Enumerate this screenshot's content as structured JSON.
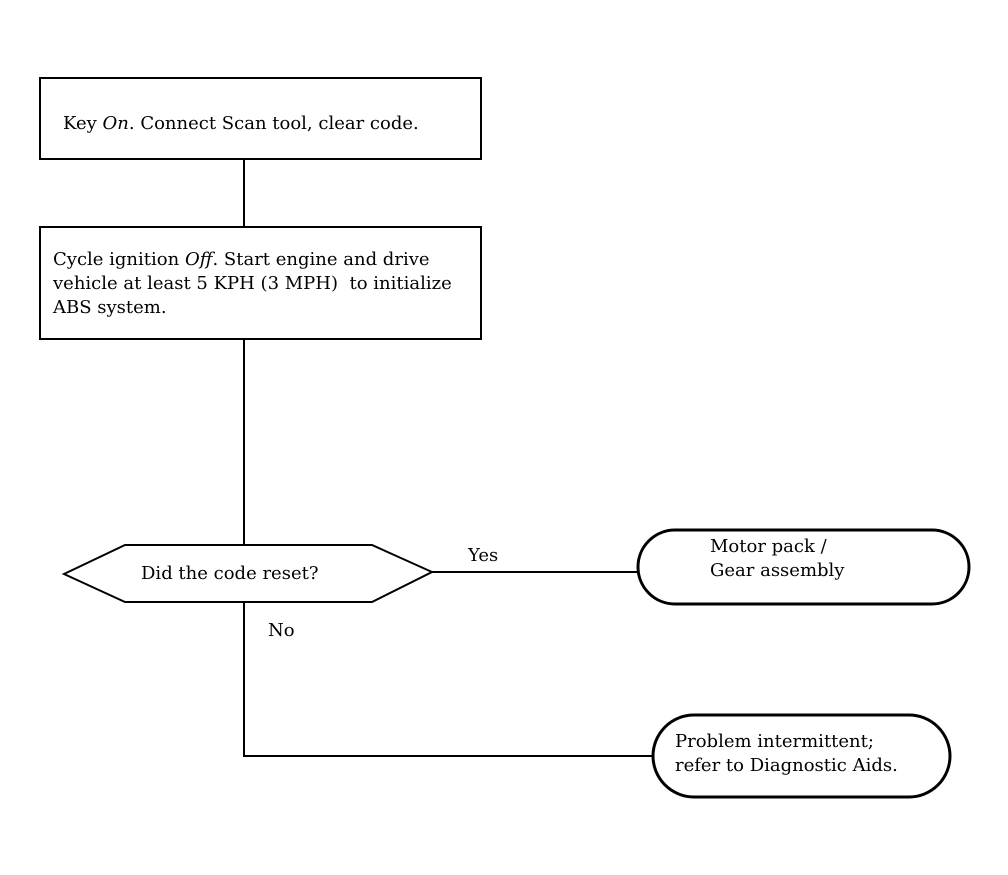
{
  "steps": {
    "start": {
      "pre": "Key ",
      "em": "On",
      "post": ". Connect Scan tool, clear code."
    },
    "cycle": {
      "line1_pre": "Cycle ignition ",
      "line1_em": "Off",
      "line1_post": ". Start engine and drive",
      "line2": "vehicle at least 5 KPH (3 MPH)  to initialize",
      "line3": "ABS system."
    }
  },
  "decision": {
    "question": "Did the code reset?",
    "yes_label": "Yes",
    "no_label": "No"
  },
  "outcomes": {
    "yes": {
      "line1": "Motor pack /",
      "line2": "Gear assembly"
    },
    "no": {
      "line1": "Problem intermittent;",
      "line2": "refer to Diagnostic Aids."
    }
  },
  "colors": {
    "stroke": "#000000",
    "background": "#ffffff"
  }
}
